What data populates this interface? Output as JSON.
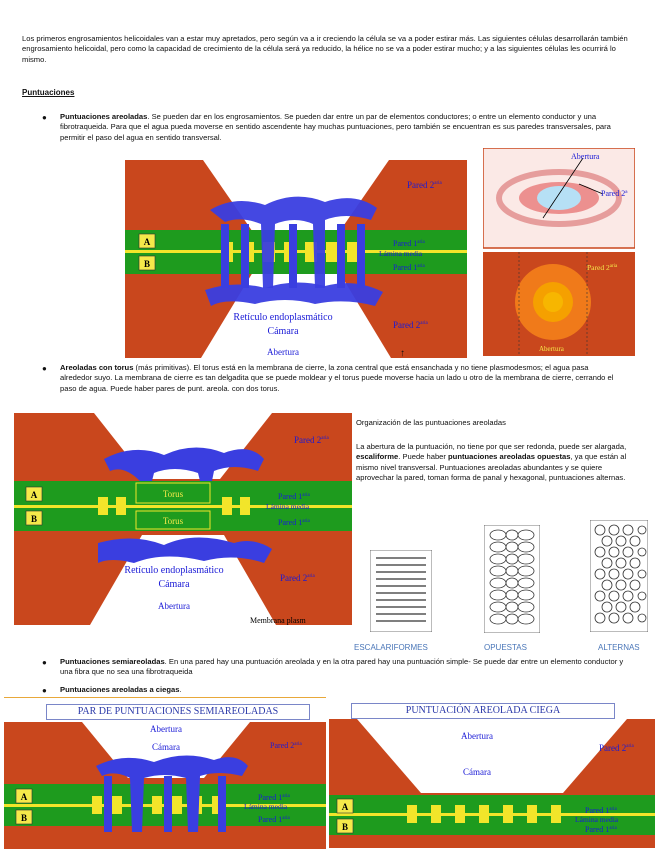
{
  "intro": "Los primeros engrosamientos helicoidales van a estar muy apretados, pero según va a ir creciendo la célula se va a poder estirar más. Las siguientes células desarrollarán también engrosamiento helicoidal, pero como la capacidad de crecimiento de la célula será ya reducido, la hélice no se va a poder estirar mucho; y a las siguientes células les ocurrirá lo mismo.",
  "section_title": "Puntuaciones",
  "bullets": {
    "areoladas_title": "Puntuaciones areoladas",
    "areoladas_text": ". Se pueden dar en los engrosamientos. Se pueden dar entre un par de elementos conductores; o entre un elemento conductor y una fibrotraqueida. Para que el agua pueda moverse en sentido ascendente hay muchas puntuaciones, pero también se encuentran es sus paredes transversales, para permitir el paso del agua en sentido transversal.",
    "torus_title": "Areoladas con torus",
    "torus_text": " (más primitivas). El torus está en la membrana de cierre, la zona central que está ensanchada y no tiene plasmodesmos; el agua pasa alrededor suyo. La membrana de cierre es tan delgadita que se puede moldear y el torus puede moverse hacia un lado u otro de la membrana de cierre, cerrando el paso de agua. Puede haber pares de punt. areola. con dos torus.",
    "semi_title": "Puntuaciones semiareoladas",
    "semi_text": ". En una pared hay una puntuación areolada y en la otra pared hay una puntuación simple- Se puede dar entre un elemento conductor y una fibra que no sea una fibrotraqueida",
    "ciega_title": "Puntuaciones areoladas a ciegas",
    "ciega_text": "."
  },
  "organization": {
    "title": "Organización de las puntuaciones areoladas",
    "p1": "La abertura de la puntuación, no tiene por que ser redonda, puede ser alargada, ",
    "p1_b1": "escaliforme",
    "p1_b": ". Puede haber ",
    "p1_b2": "puntuaciones areoladas opuestas",
    "p1_c": ", ya que están al mismo nivel transversal. Puntuaciones areoladas abundantes y se quiere aprovechar la pared, toman forma de panal y hexagonal, puntuaciones alternas.",
    "captions": [
      "ESCALARIFORMES",
      "OPUESTAS",
      "ALTERNAS"
    ]
  },
  "diagram1": {
    "pared2_top": "Pared 2",
    "sup": "aria",
    "pared1_top": "Pared 1",
    "sup1": "aria",
    "lamina": "Lámina media",
    "pared1_bot": "Pared 1",
    "pared2_bot": "Pared 2",
    "reticulo": "Retículo endoplasmático",
    "camara": "Cámara",
    "abertura": "Abertura",
    "a": "A",
    "b": "B"
  },
  "diagram_side": {
    "abertura_top": "Abertura",
    "pared2": "Pared 2ª",
    "pared2_low": "Pared 2",
    "sup": "aria",
    "abertura_low": "Abertura"
  },
  "diagram2": {
    "pared2_top": "Pared 2",
    "sup": "aria",
    "torus1": "Torus",
    "torus2": "Torus",
    "pared1_top": "Pared 1",
    "lamina": "Lámina media",
    "pared1_bot": "Pared 1",
    "reticulo": "Retículo endoplasmático",
    "camara": "Cámara",
    "abertura": "Abertura",
    "pared2_bot": "Pared 2",
    "membrana": "Membrana plasm",
    "a": "A",
    "b": "B"
  },
  "diagram3": {
    "title": "PAR DE PUNTUACIONES SEMIAREOLADAS",
    "abertura": "Abertura",
    "camara": "Cámara",
    "pared2": "Pared 2",
    "sup": "aria",
    "pared1_top": "Pared 1",
    "lamina": "Lámina media",
    "pared1_bot": "Pared 1",
    "a": "A",
    "b": "B"
  },
  "diagram4": {
    "title": "PUNTUACIÓN AREOLADA CIEGA",
    "abertura": "Abertura",
    "camara": "Cámara",
    "pared2": "Pared 2",
    "sup": "aria",
    "pared1_top": "Pared 1",
    "lamina": "Lámina media",
    "pared1_bot": "Pared 1",
    "a": "A",
    "b": "B"
  },
  "colors": {
    "wall": "#c9471d",
    "green": "#1e9b1e",
    "blue": "#3a3ee0",
    "yellow": "#f2e52a",
    "label_yellow": "#f5e94a"
  }
}
